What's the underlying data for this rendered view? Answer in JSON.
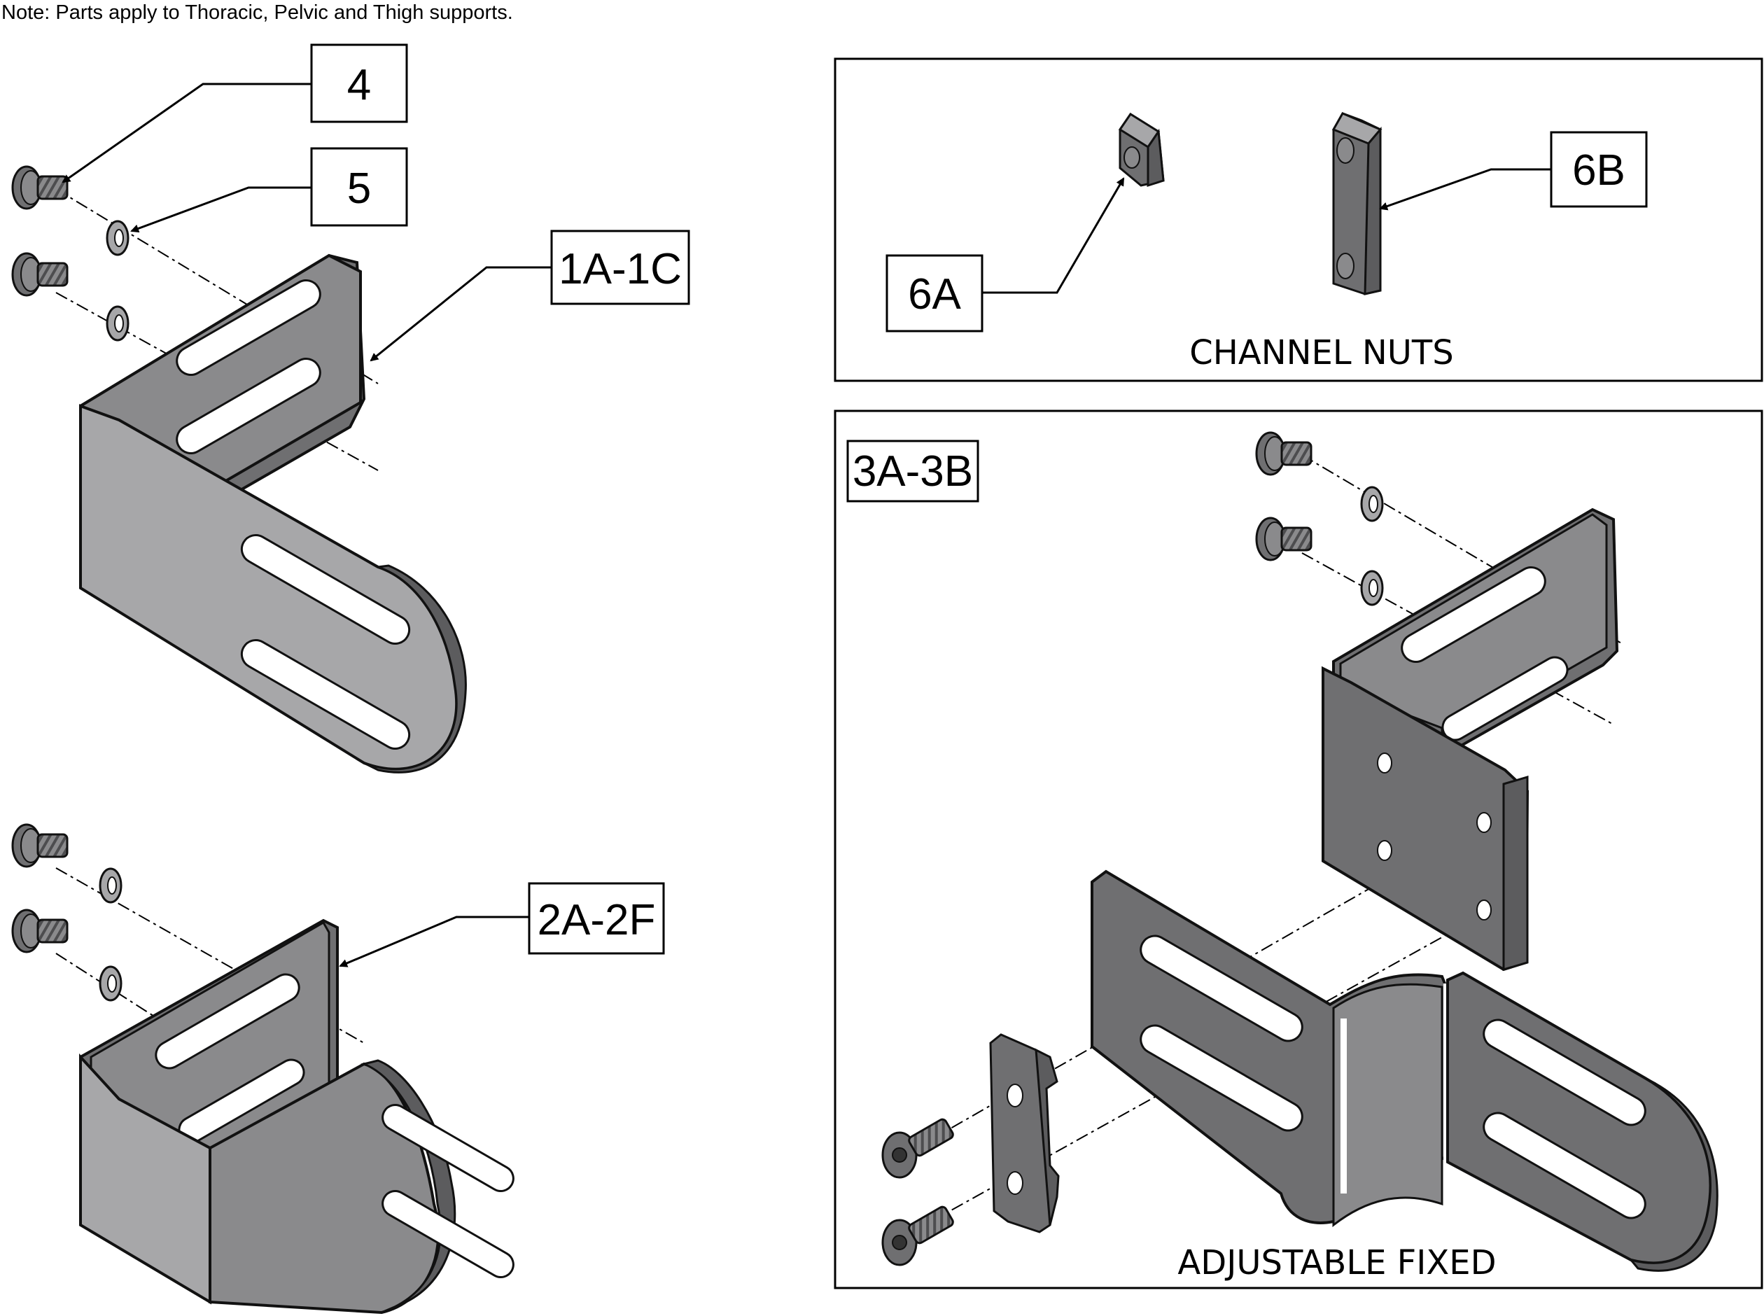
{
  "note": "Note: Parts apply to Thoracic, Pelvic and Thigh supports.",
  "callouts": {
    "c4": "4",
    "c5": "5",
    "c1": "1A-1C",
    "c2": "2A-2F",
    "c6a": "6A",
    "c6b": "6B",
    "c3": "3A-3B"
  },
  "panels": {
    "channel_nuts": "CHANNEL NUTS",
    "adjustable_fixed": "ADJUSTABLE FIXED"
  },
  "colors": {
    "part_light": "#a7a7a9",
    "part_mid": "#8a8a8c",
    "part_dark": "#6f6f71",
    "part_darker": "#5c5c5e",
    "outline": "#111111"
  }
}
